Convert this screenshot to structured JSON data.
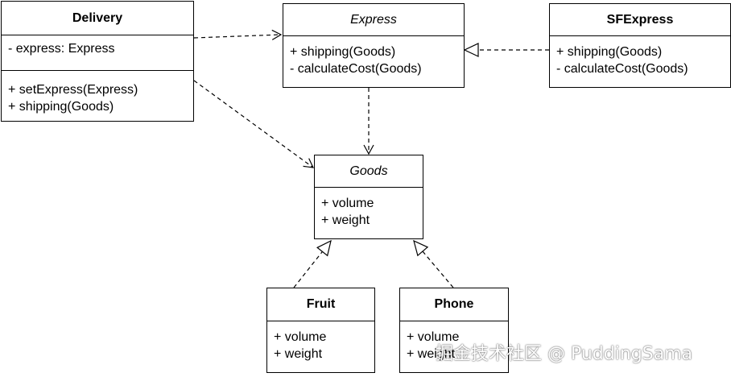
{
  "classes": {
    "delivery": {
      "name": "Delivery",
      "attributes": [
        "- express: Express"
      ],
      "methods": [
        "+ setExpress(Express)",
        "+ shipping(Goods)"
      ]
    },
    "express": {
      "name": "Express",
      "methods": [
        "+ shipping(Goods)",
        "- calculateCost(Goods)"
      ]
    },
    "sfexpress": {
      "name": "SFExpress",
      "methods": [
        "+ shipping(Goods)",
        "- calculateCost(Goods)"
      ]
    },
    "goods": {
      "name": "Goods",
      "attributes": [
        "+ volume",
        "+ weight"
      ]
    },
    "fruit": {
      "name": "Fruit",
      "attributes": [
        "+ volume",
        "+ weight"
      ]
    },
    "phone": {
      "name": "Phone",
      "attributes": [
        "+ volume",
        "+ weight"
      ]
    }
  },
  "watermark": "掘金技术社区 @ PuddingSama",
  "colors": {
    "line": "#000000",
    "background": "#ffffff"
  }
}
